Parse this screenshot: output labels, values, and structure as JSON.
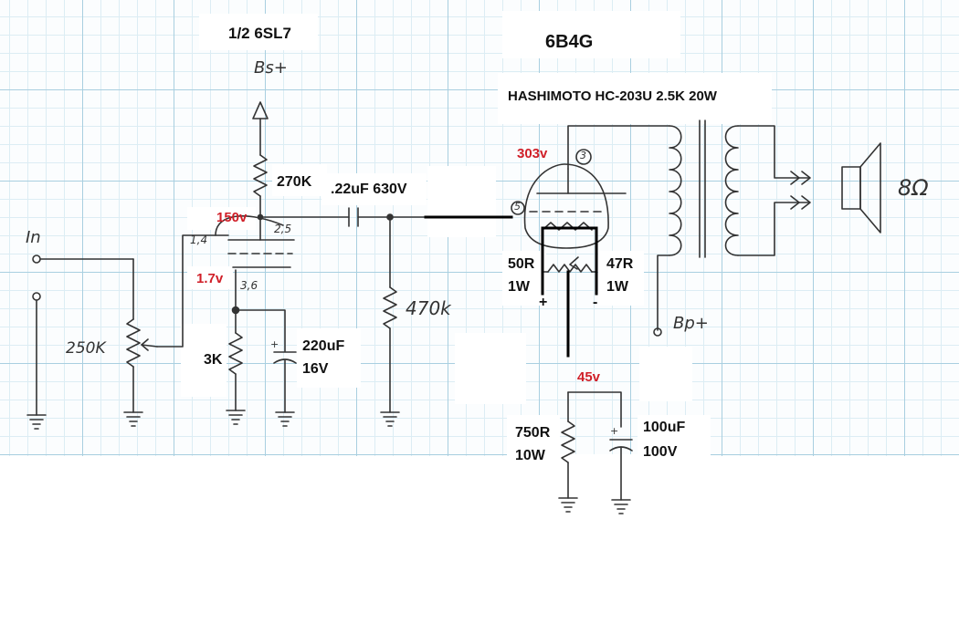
{
  "tube_driver": "1/2 6SL7",
  "tube_output": "6B4G",
  "transformer": "HASHIMOTO HC-203U  2.5K  20W",
  "supply_driver": "Bs+",
  "supply_output": "Bp+",
  "input_label": "In",
  "pot": "250K",
  "plate_resistor": "270K",
  "coupling_cap": ".22uF 630V",
  "grid_resistor": "470k",
  "cathode_resistor": "3K",
  "cathode_cap_value": "220uF",
  "cathode_cap_voltage": "16V",
  "v_plate_driver": "150v",
  "v_cathode_driver": "1.7v",
  "v_plate_output": "303v",
  "v_cathode_output": "45v",
  "pins_grid": "1,4",
  "pins_plate": "2,5",
  "pins_cathode": "3,6",
  "pin_plate_out": "3",
  "pin_grid_out": "5",
  "hum_left_value": "50R",
  "hum_left_power": "1W",
  "hum_right_value": "47R",
  "hum_right_power": "1W",
  "plus_sign": "+",
  "minus_sign": "-",
  "bias_resistor_value": "750R",
  "bias_resistor_power": "10W",
  "bias_cap_value": "100uF",
  "bias_cap_voltage": "100V",
  "speaker": "8Ω"
}
